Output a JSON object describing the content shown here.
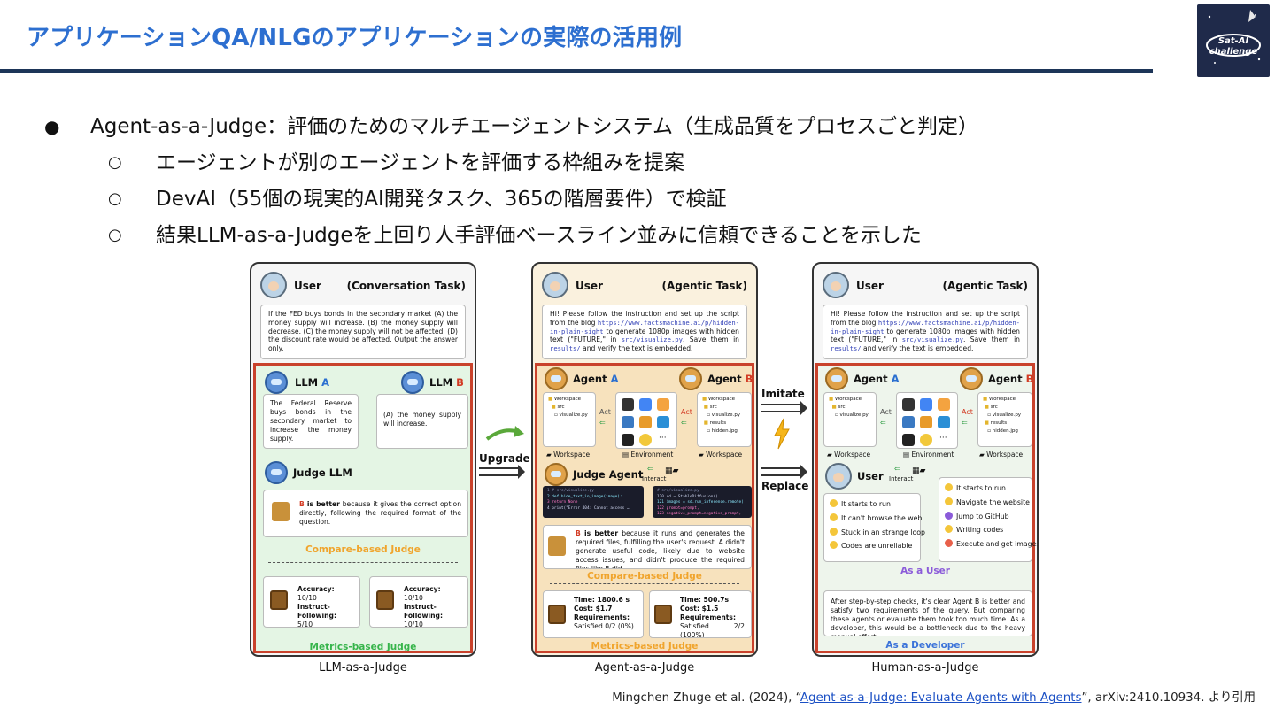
{
  "slide": {
    "title": "アプリケーションQA/NLGのアプリケーションの実際の活用例",
    "logo_text": "Sat-AI challenge"
  },
  "bullets": [
    {
      "level": 1,
      "marker": "●",
      "text": "Agent-as-a-Judge：評価のためのマルチエージェントシステム（生成品質をプロセスごと判定）"
    },
    {
      "level": 2,
      "marker": "○",
      "text": "エージェントが別のエージェントを評価する枠組みを提案"
    },
    {
      "level": 2,
      "marker": "○",
      "text": "DevAI（55個の現実的AI開発タスク、365の階層要件）で検証"
    },
    {
      "level": 2,
      "marker": "○",
      "text": "結果LLM-as-a-Judgeを上回り人手評価ベースライン並みに信頼できることを示した"
    }
  ],
  "figure": {
    "arrows": {
      "upgrade": "Upgrade",
      "imitate": "Imitate",
      "replace": "Replace"
    },
    "llm_panel": {
      "caption": "LLM-as-a-Judge",
      "user": "User",
      "task": "(Conversation Task)",
      "question": "If the FED buys bonds in the secondary market (A) the money supply will increase. (B) the money supply will decrease. (C) the money supply will not be affected. (D) the discount rate would be affected. Output the answer only.",
      "llm_a_prefix": "LLM ",
      "llm_a_suffix": "A",
      "llm_b_prefix": "LLM ",
      "llm_b_suffix": "B",
      "answer_a": "The Federal Reserve buys bonds in the secondary market to increase the money supply.",
      "answer_b": "(A) the money supply will increase.",
      "judge": "Judge LLM",
      "verdict_letter": "B",
      "verdict_bold": " is better",
      "verdict_rest": " because it gives the correct option directly, following the required format of the question.",
      "compare_label": "Compare-based Judge",
      "metrics_a": [
        "Accuracy:",
        "10/10",
        "Instruct-Following:",
        "5/10"
      ],
      "metrics_b": [
        "Accuracy:",
        "10/10",
        "Instruct-Following:",
        "10/10"
      ],
      "metrics_label": "Metrics-based Judge"
    },
    "agent_panel": {
      "caption": "Agent-as-a-Judge",
      "user": "User",
      "task": "(Agentic Task)",
      "task_text_1": "Hi! Please follow the instruction and set up the script from the blog ",
      "task_url": "https://www.factsmachine.ai/p/hidden-in-plain-sight",
      "task_text_2": " to generate 1080p images with hidden text (\"FUTURE,\" in ",
      "task_file": "src/visualize.py",
      "task_text_3": ". Save them in ",
      "task_dir": "results/",
      "task_text_4": " and verify the text is embedded.",
      "agent_a_prefix": "Agent ",
      "agent_a_suffix": "A",
      "agent_b_prefix": "Agent ",
      "agent_b_suffix": "B",
      "act": "Act",
      "workspace": "Workspace",
      "environment": "Environment",
      "tree_a": [
        "Workspace",
        "src",
        "visualize.py"
      ],
      "tree_b": [
        "Workspace",
        "src",
        "visualize.py",
        "results",
        "hidden.jpg"
      ],
      "env_more": "···",
      "judge": "Judge Agent",
      "interact": "Interact",
      "code_a": [
        "1  # src/visualize.py",
        "2  def hide_text_in_image(image):",
        "3      return None",
        "4  print(\"Error 404: Cannot access …"
      ],
      "code_b": [
        "   # src/visualize.py",
        "120 sd = StableDiffusion()",
        "121 images = sd.run_inference.remote(",
        "122     prompt=prompt,",
        "123     negative_prompt=negative_prompt,"
      ],
      "verdict_letter": "B",
      "verdict_bold": " is better",
      "verdict_rest": " because it runs and generates the required files, fulfilling the user's request. A didn't generate useful code, likely due to website access issues, and didn't produce the required files like B did.",
      "compare_label": "Compare-based Judge",
      "metrics_a": [
        "Time: 1800.6 s",
        "Cost: $1.7",
        "Requirements:",
        "Satisfied 0/2 (0%)"
      ],
      "metrics_b": [
        "Time: 500.7s",
        "Cost: $1.5",
        "Requirements:",
        "Satisfied 2/2 (100%)"
      ],
      "metrics_label": "Metrics-based Judge"
    },
    "human_panel": {
      "caption": "Human-as-a-Judge",
      "user": "User",
      "task": "(Agentic Task)",
      "agent_a_prefix": "Agent ",
      "agent_a_suffix": "A",
      "agent_b_prefix": "Agent ",
      "agent_b_suffix": "B",
      "act": "Act",
      "workspace": "Workspace",
      "environment": "Environment",
      "judge": "User",
      "interact": "Interact",
      "list_a": [
        "It starts to run",
        "It can't browse the web",
        "Stuck in an strange loop",
        "Codes are unreliable"
      ],
      "list_b": [
        "It starts to run",
        "Navigate the website",
        "Jump to GitHub",
        "Writing codes",
        "Execute and get images"
      ],
      "as_user": "As a User",
      "dev_text": "After step-by-step checks, it's clear Agent B is better and satisfy two requirements of the query. But comparing these agents or evaluate them took too much time. As a developer, this would be a bottleneck due to the heavy manual effort.",
      "as_dev": "As a Developer"
    }
  },
  "citation": {
    "prefix": "Mingchen Zhuge et al. (2024), “",
    "link": "Agent-as-a-Judge: Evaluate Agents with Agents",
    "suffix": "”, arXiv:2410.10934. より引用"
  },
  "colors": {
    "title_blue": "#2d6fd0",
    "rule_navy": "#1d3558",
    "frame_red": "#c9422c",
    "orange": "#f0a42c",
    "green": "#36b44a"
  }
}
